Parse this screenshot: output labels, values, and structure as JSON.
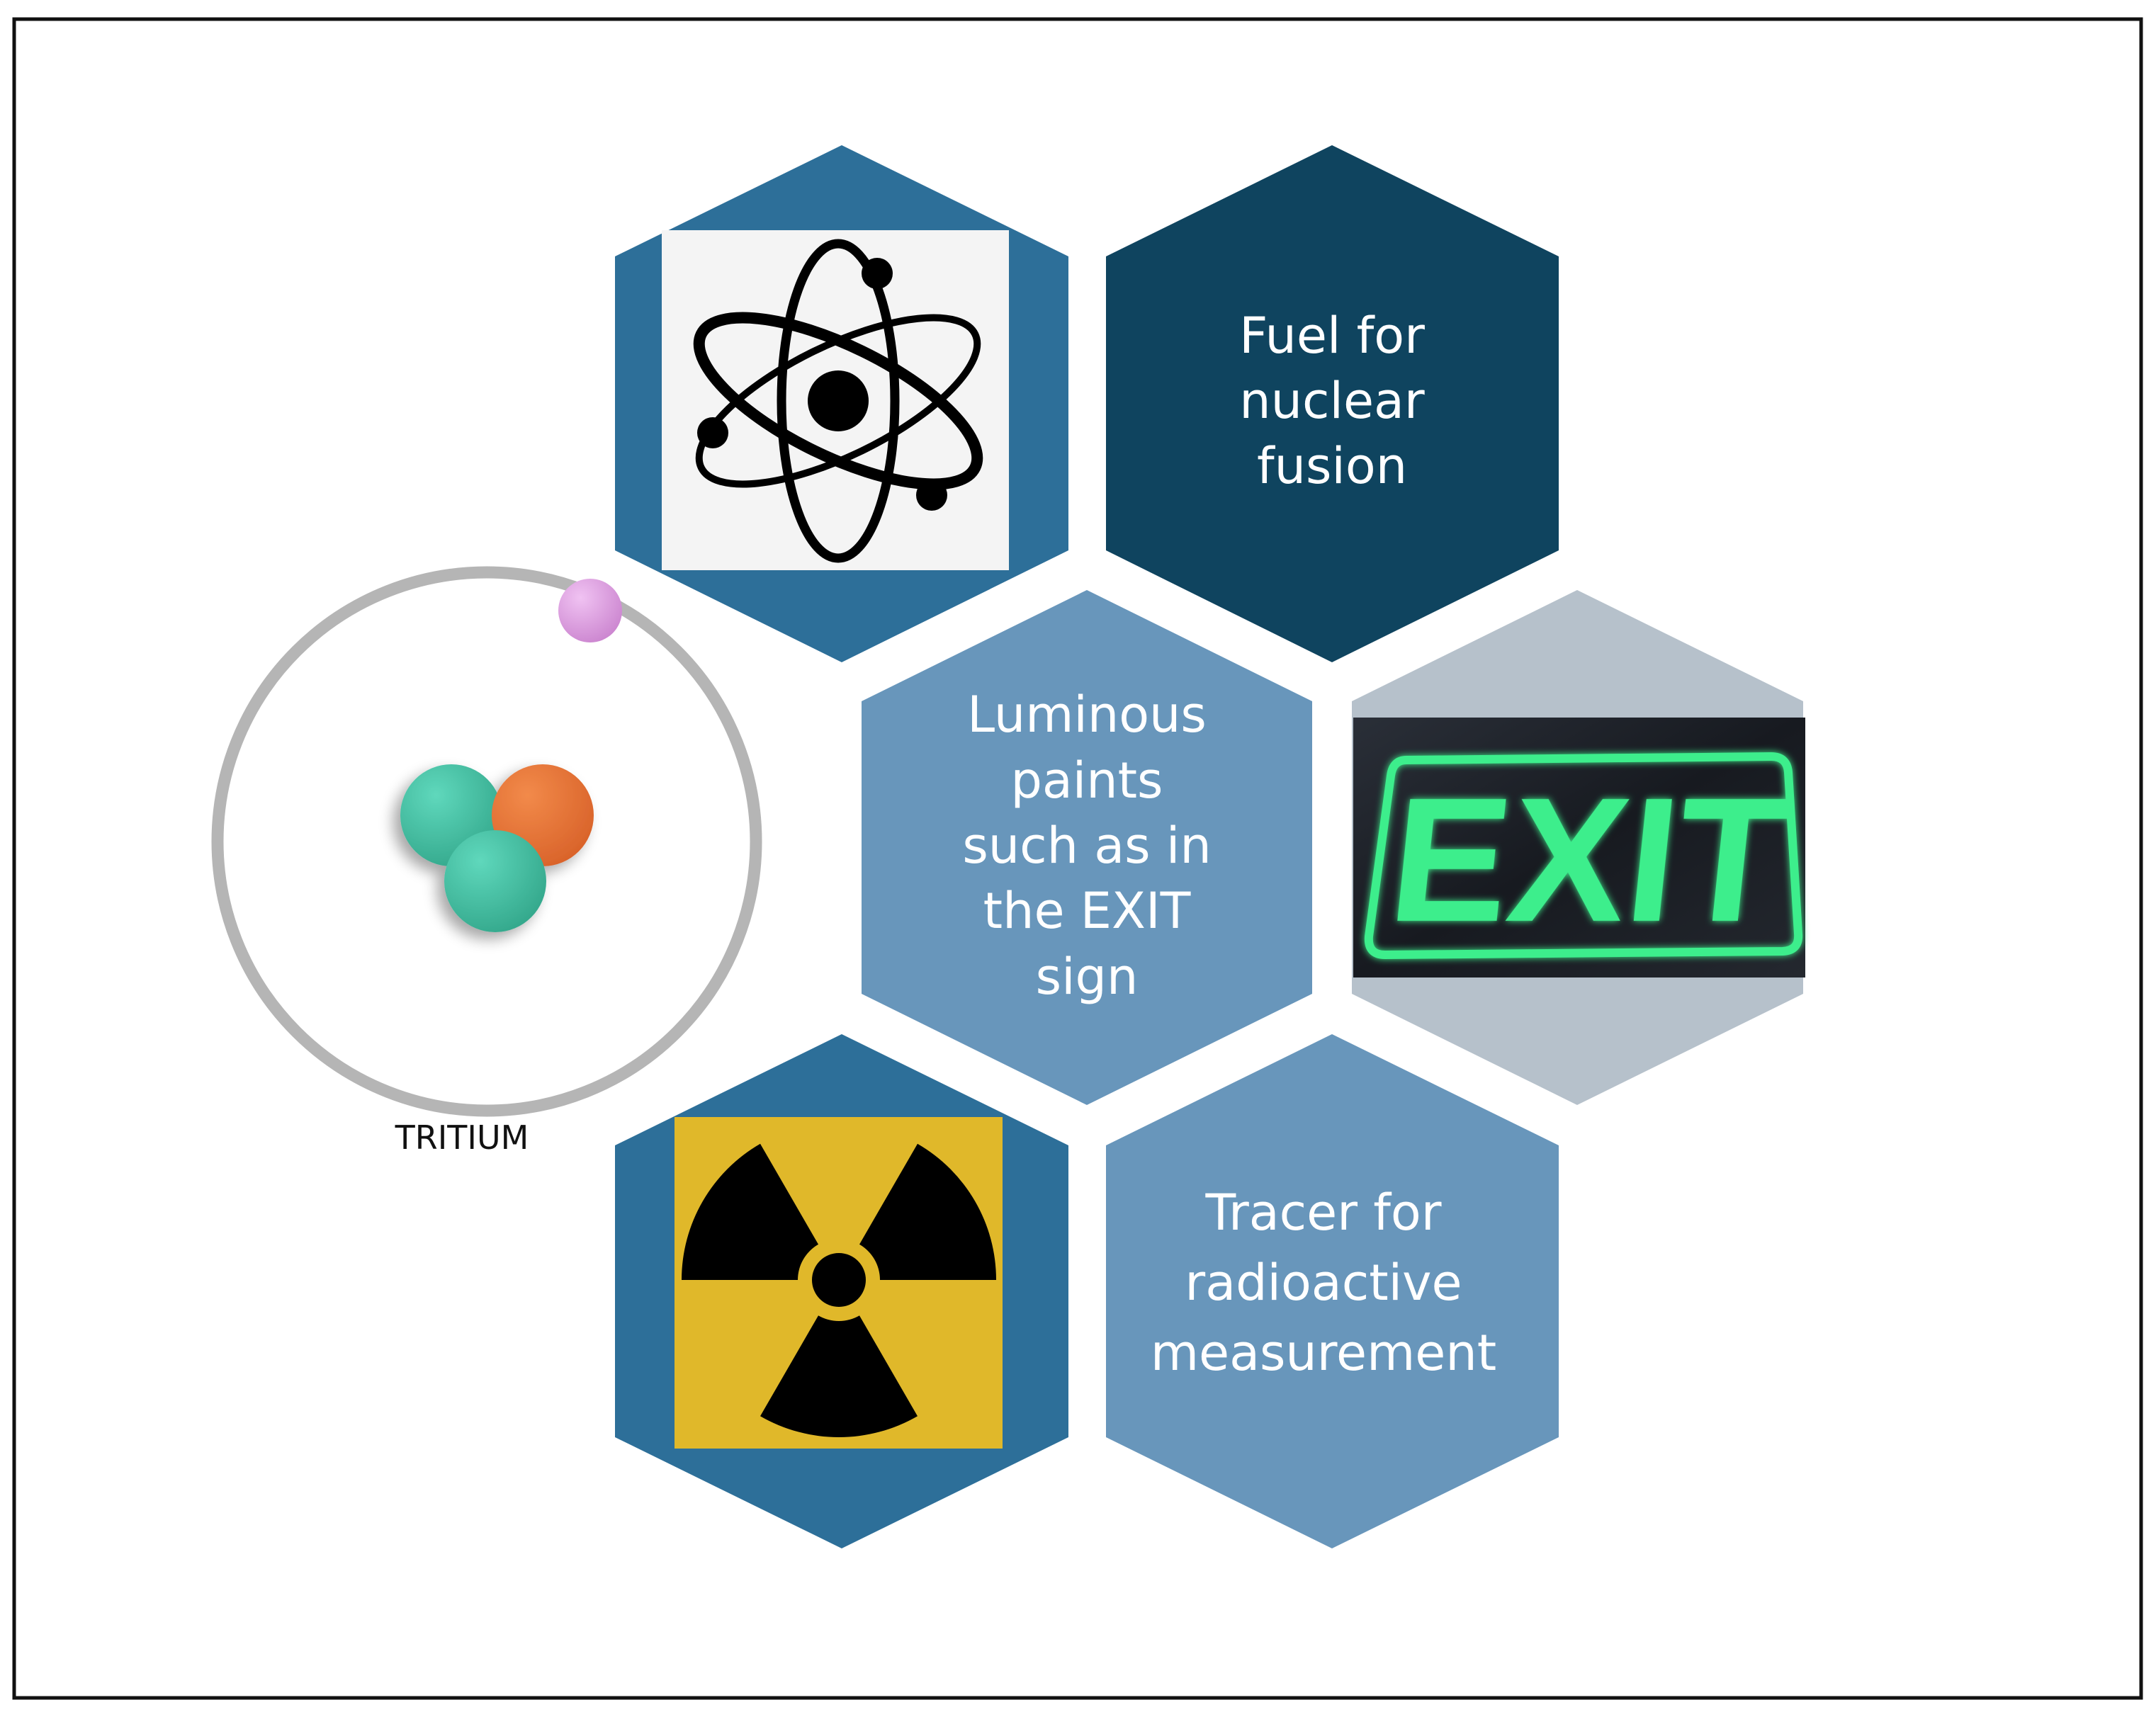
{
  "tritium": {
    "caption": "TRITIUM",
    "particle_colors": {
      "neutron": "#43c2a4",
      "proton": "#e87332",
      "electron": "#e09fe2",
      "orbit": "#b5b5b5"
    }
  },
  "hexagons": {
    "fuel": {
      "lines": [
        "Fuel for",
        "nuclear",
        "fusion"
      ],
      "color": "#0f445f"
    },
    "luminous": {
      "lines": [
        "Luminous",
        "paints",
        "such as in",
        "the EXIT",
        "sign"
      ],
      "color": "#6896bb"
    },
    "tracer": {
      "lines": [
        "Tracer for",
        "radioactive",
        "measurement"
      ],
      "color": "#6896bb"
    },
    "atom": {
      "icon": "atom-icon",
      "color": "#2d6f99"
    },
    "exit": {
      "icon": "exit-sign-image",
      "sign_text": "EXIT",
      "color": "#b6c1cb"
    },
    "radiation": {
      "icon": "radiation-hazard-icon",
      "color": "#2d6f99"
    }
  },
  "colors": {
    "frame": "#111111",
    "text_on_hex": "#ffffff",
    "exit_glow": "#3dee8c",
    "radiation_yellow": "#e0b82a"
  }
}
